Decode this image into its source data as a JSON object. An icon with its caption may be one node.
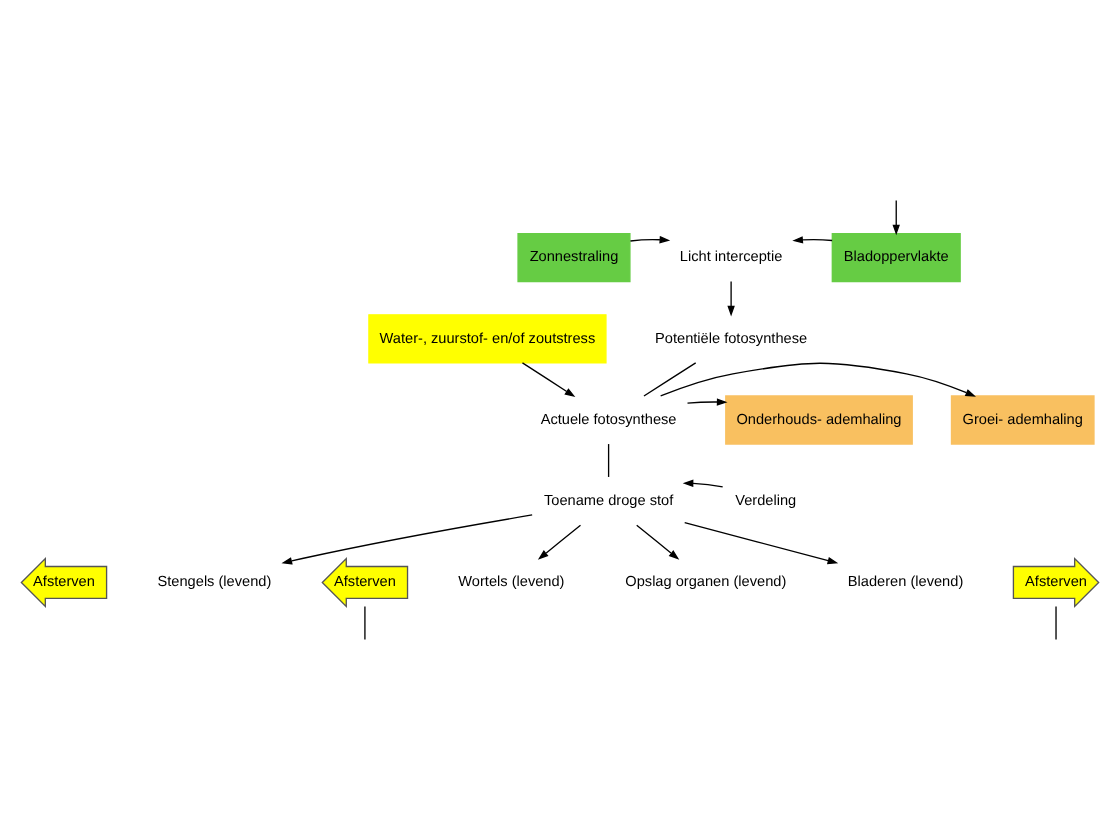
{
  "diagram": {
    "nodes": [
      {
        "text": [
          "Zonnestraling"
        ]
      },
      {
        "text": [
          "Licht interceptie"
        ]
      },
      {
        "text": [
          "Bladoppervlakte"
        ]
      },
      {
        "text": [
          "Potentiële fotosynthese"
        ]
      },
      {
        "text": [
          "Water-, zuurstof- en/of zoutstress"
        ]
      },
      {
        "text": [
          "Actuele fotosynthese"
        ]
      },
      {
        "text": [
          "Onderhouds- ademhaling"
        ]
      },
      {
        "text": [
          "Groei- ademhaling"
        ]
      },
      {
        "text": [
          "Toename droge stof"
        ]
      },
      {
        "text": [
          "Verdeling"
        ]
      },
      {
        "text": [
          "Wortels (levend)"
        ]
      },
      {
        "text": [
          "Afsterven"
        ]
      },
      {
        "text": [
          "Stengels (levend)"
        ]
      },
      {
        "text": [
          "Opslag organen (levend)"
        ]
      },
      {
        "text": [
          "Bladeren (levend)"
        ]
      },
      {
        "text": [
          "Afsterven"
        ]
      },
      {
        "text": [
          "Afsterven"
        ]
      }
    ],
    "edges": [
      {
        "from": 0,
        "to": 1,
        "arrow": "to"
      },
      {
        "from": 2,
        "to": 1,
        "arrow": "to"
      },
      {
        "from": null,
        "to": 2,
        "arrow": "to"
      },
      {
        "from": 1,
        "to": 3,
        "arrow": "to"
      },
      {
        "from": 4,
        "to": 5,
        "arrow": "to"
      },
      {
        "from": 3,
        "to": 5,
        "arrow": "none"
      },
      {
        "from": 5,
        "to": 6,
        "arrow": "to"
      },
      {
        "from": 5,
        "to": 7,
        "arrow": "to"
      },
      {
        "from": 5,
        "to": 8,
        "arrow": "none"
      },
      {
        "from": 9,
        "to": 8,
        "arrow": "to"
      },
      {
        "from": 8,
        "to": 10,
        "arrow": "to"
      },
      {
        "from": 8,
        "to": 12,
        "arrow": "to"
      },
      {
        "from": 8,
        "to": 13,
        "arrow": "to"
      },
      {
        "from": 8,
        "to": 14,
        "arrow": "to"
      },
      {
        "from": 16,
        "to": null,
        "arrow": "none"
      },
      {
        "from": 15,
        "to": null,
        "arrow": "none"
      }
    ]
  }
}
